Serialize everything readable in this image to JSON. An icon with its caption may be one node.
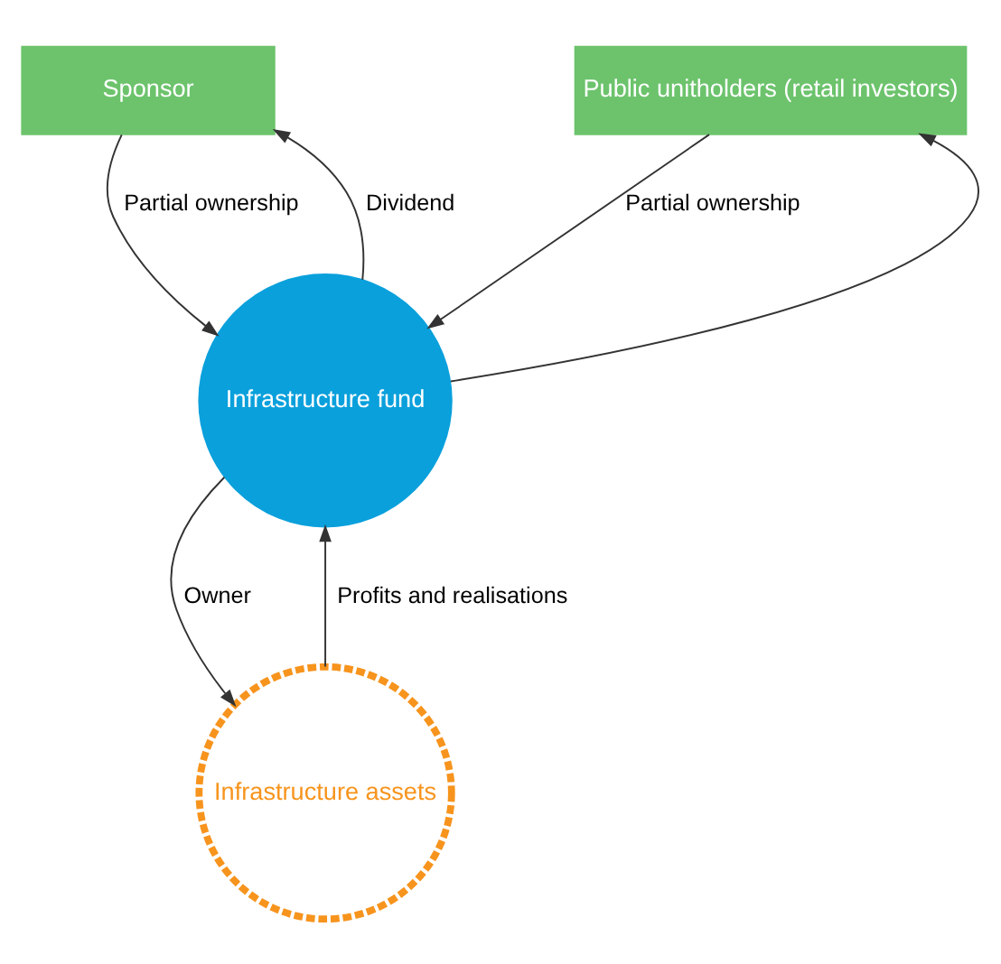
{
  "diagram": {
    "nodes": [
      {
        "text": [
          "Sponsor"
        ]
      },
      {
        "text": [
          "Public unitholders (retail investors)"
        ]
      },
      {
        "text": [
          "Infrastructure fund"
        ]
      },
      {
        "text": [
          "Infrastructure assets"
        ]
      }
    ],
    "edges": [
      {
        "from": 2,
        "to": 0,
        "arrow": "to",
        "label": "Dividend"
      },
      {
        "from": 2,
        "to": 1,
        "arrow": "to"
      },
      {
        "from": 0,
        "to": 2,
        "arrow": "to",
        "label": "Partial ownership"
      },
      {
        "from": 1,
        "to": 2,
        "arrow": "to",
        "label": "Partial ownership"
      },
      {
        "from": 2,
        "to": 3,
        "arrow": "to",
        "label": "Owner"
      },
      {
        "from": 3,
        "to": 2,
        "arrow": "to",
        "label": "Profits and realisations"
      }
    ]
  }
}
